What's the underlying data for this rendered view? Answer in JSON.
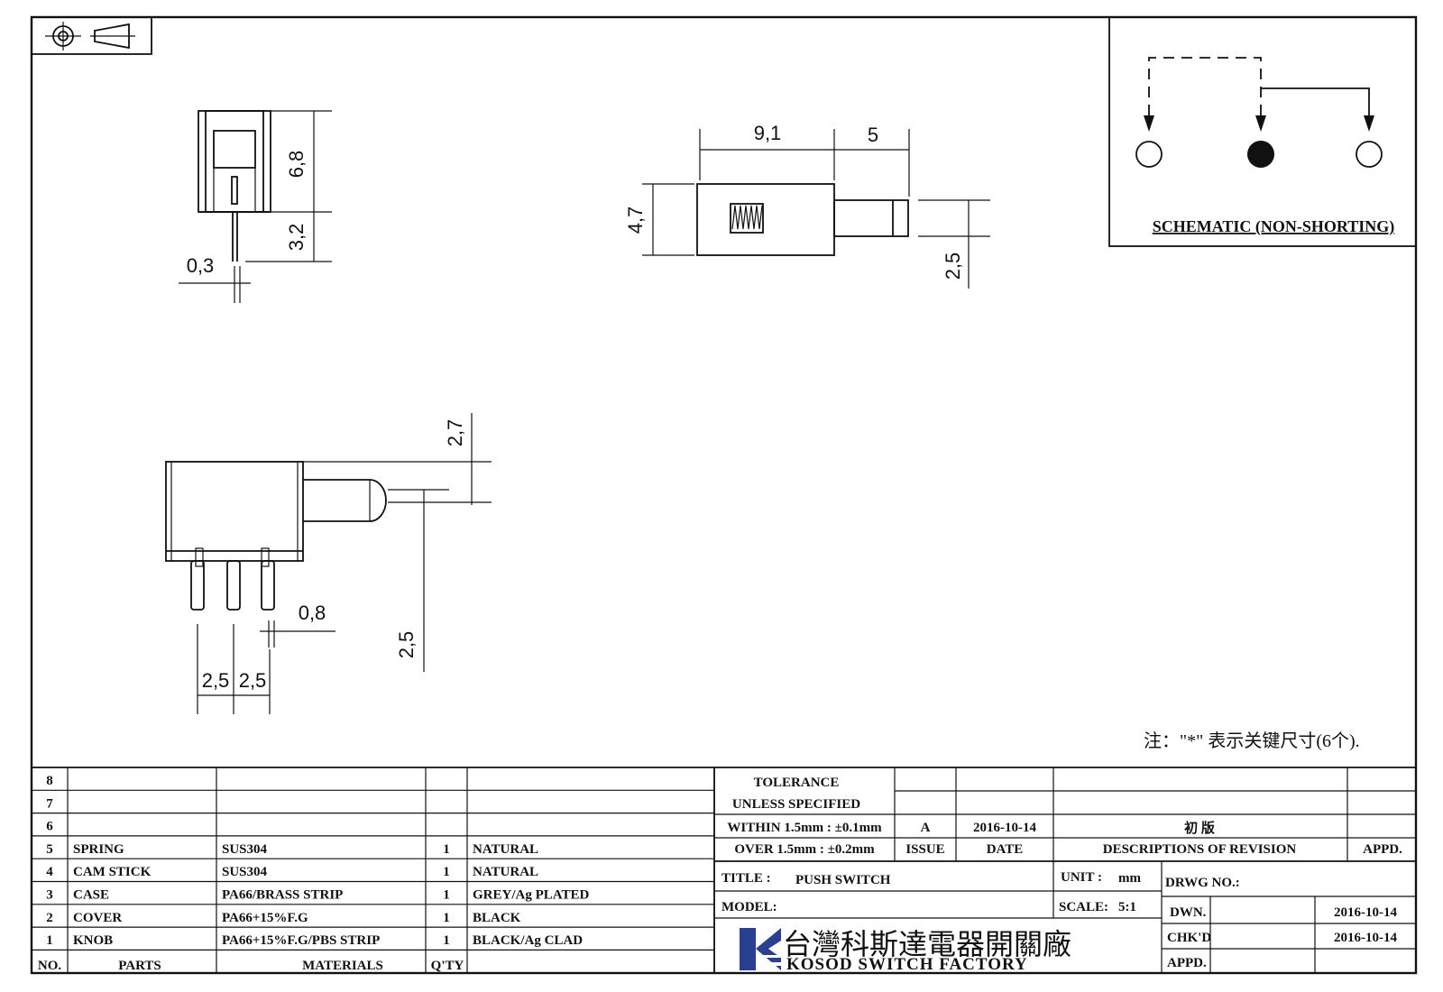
{
  "views": {
    "top_view": {
      "height_body": "6,8",
      "height_pin": "3,2",
      "pin_thickness": "0,3"
    },
    "side_view": {
      "body_length": "9,1",
      "knob_length": "5",
      "body_height": "4,7",
      "knob_height": "2,5"
    },
    "front_view": {
      "knob_offset": "2,7",
      "knob_to_pin": "2,5",
      "pin_width": "0,8",
      "pitch_1": "2,5",
      "pitch_2": "2,5"
    }
  },
  "schematic": {
    "label": "SCHEMATIC (NON-SHORTING)"
  },
  "note": "注：\"*\"  表示关键尺寸(6个).",
  "parts_table": {
    "header": {
      "no": "NO.",
      "parts": "PARTS",
      "materials": "MATERIALS",
      "qty": "Q'TY"
    },
    "rows": [
      {
        "no": "8",
        "part": "",
        "material": "",
        "qty": "",
        "finish": ""
      },
      {
        "no": "7",
        "part": "",
        "material": "",
        "qty": "",
        "finish": ""
      },
      {
        "no": "6",
        "part": "",
        "material": "",
        "qty": "",
        "finish": ""
      },
      {
        "no": "5",
        "part": "SPRING",
        "material": "SUS304",
        "qty": "1",
        "finish": "NATURAL"
      },
      {
        "no": "4",
        "part": "CAM STICK",
        "material": "SUS304",
        "qty": "1",
        "finish": "NATURAL"
      },
      {
        "no": "3",
        "part": "CASE",
        "material": "PA66/BRASS STRIP",
        "qty": "1",
        "finish": "GREY/Ag PLATED"
      },
      {
        "no": "2",
        "part": "COVER",
        "material": "PA66+15%F.G",
        "qty": "1",
        "finish": "BLACK"
      },
      {
        "no": "1",
        "part": "KNOB",
        "material": "PA66+15%F.G/PBS STRIP",
        "qty": "1",
        "finish": "BLACK/Ag CLAD"
      }
    ]
  },
  "tolerance": {
    "line1": "TOLERANCE",
    "line2": "UNLESS  SPECIFIED",
    "within": "WITHIN 1.5mm : ±0.1mm",
    "over": "OVER 1.5mm : ±0.2mm"
  },
  "revision": {
    "issue": "A",
    "date": "2016-10-14",
    "description": "初  版",
    "col_issue": "ISSUE",
    "col_date": "DATE",
    "col_desc": "DESCRIPTIONS OF REVISION",
    "col_appd": "APPD."
  },
  "title_block": {
    "title_label": "TITLE :",
    "title": "PUSH SWITCH",
    "unit_label": "UNIT :",
    "unit": "mm",
    "model_label": "MODEL:",
    "scale_label": "SCALE:",
    "scale": "5:1",
    "drwg_label": "DRWG NO.:",
    "dwn_label": "DWN.",
    "dwn_date": "2016-10-14",
    "chkd_label": "CHK'D",
    "chkd_date": "2016-10-14",
    "appd_label": "APPD."
  },
  "company": {
    "name_cn": "台灣科斯達電器開關廠",
    "name_en": "KOSOD SWITCH FACTORY",
    "logo_color": "#2a3f8f"
  }
}
